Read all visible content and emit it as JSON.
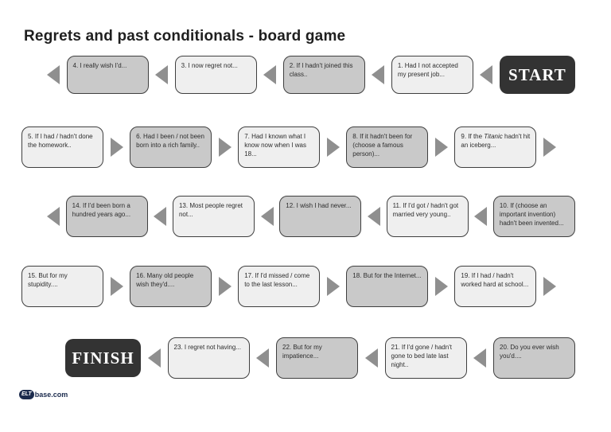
{
  "title": "Regrets and past conditionals - board game",
  "logo": {
    "badge": "ELT",
    "suffix": "base.com"
  },
  "colors": {
    "box_light": "#efefef",
    "box_gray": "#c9c9c9",
    "box_border": "#3f3f3f",
    "arrow": "#8f8f8f",
    "dark_box": "#333333",
    "logo_navy": "#1b2b4d"
  },
  "board": {
    "rows": [
      {
        "name": "row-1",
        "direction": "right-to-left",
        "items": [
          {
            "kind": "arrow",
            "dir": "left"
          },
          {
            "kind": "box",
            "num": 4,
            "shade": "gray",
            "text": "4. I really wish I'd..."
          },
          {
            "kind": "arrow",
            "dir": "left"
          },
          {
            "kind": "box",
            "num": 3,
            "shade": "light",
            "text": "3. I now regret not..."
          },
          {
            "kind": "arrow",
            "dir": "left"
          },
          {
            "kind": "box",
            "num": 2,
            "shade": "gray",
            "text": "2. If I hadn't joined this class.."
          },
          {
            "kind": "arrow",
            "dir": "left"
          },
          {
            "kind": "box",
            "num": 1,
            "shade": "light",
            "text": "1. Had I not accepted my present job..."
          },
          {
            "kind": "arrow",
            "dir": "left"
          },
          {
            "kind": "terminal",
            "label": "START"
          }
        ]
      },
      {
        "name": "row-2",
        "direction": "left-to-right",
        "items": [
          {
            "kind": "box",
            "num": 5,
            "shade": "light",
            "text": "5. If I had / hadn't done the homework.."
          },
          {
            "kind": "arrow",
            "dir": "right"
          },
          {
            "kind": "box",
            "num": 6,
            "shade": "gray",
            "text": "6. Had I been / not been born into a rich family.."
          },
          {
            "kind": "arrow",
            "dir": "right"
          },
          {
            "kind": "box",
            "num": 7,
            "shade": "light",
            "text": "7. Had I known what I know now when I was 18..."
          },
          {
            "kind": "arrow",
            "dir": "right"
          },
          {
            "kind": "box",
            "num": 8,
            "shade": "gray",
            "text": "8. If it hadn't been for (choose a famous person)..."
          },
          {
            "kind": "arrow",
            "dir": "right"
          },
          {
            "kind": "box",
            "num": 9,
            "shade": "light",
            "text": "9. If the Titanic hadn't hit an iceberg...",
            "italic_word": "Titanic"
          },
          {
            "kind": "arrow",
            "dir": "right"
          }
        ]
      },
      {
        "name": "row-3",
        "direction": "right-to-left",
        "items": [
          {
            "kind": "arrow",
            "dir": "left"
          },
          {
            "kind": "box",
            "num": 14,
            "shade": "gray",
            "text": "14. If I'd been born a hundred years ago..."
          },
          {
            "kind": "arrow",
            "dir": "left"
          },
          {
            "kind": "box",
            "num": 13,
            "shade": "light",
            "text": "13. Most people regret not..."
          },
          {
            "kind": "arrow",
            "dir": "left"
          },
          {
            "kind": "box",
            "num": 12,
            "shade": "gray",
            "text": "12. I wish I had never..."
          },
          {
            "kind": "arrow",
            "dir": "left"
          },
          {
            "kind": "box",
            "num": 11,
            "shade": "light",
            "text": "11. If I'd got / hadn't got married very young.."
          },
          {
            "kind": "arrow",
            "dir": "left"
          },
          {
            "kind": "box",
            "num": 10,
            "shade": "gray",
            "text": "10. If (choose an important invention) hadn't been invented..."
          }
        ]
      },
      {
        "name": "row-4",
        "direction": "left-to-right",
        "items": [
          {
            "kind": "box",
            "num": 15,
            "shade": "light",
            "text": "15. But for my stupidity...."
          },
          {
            "kind": "arrow",
            "dir": "right"
          },
          {
            "kind": "box",
            "num": 16,
            "shade": "gray",
            "text": "16. Many old people wish they'd...."
          },
          {
            "kind": "arrow",
            "dir": "right"
          },
          {
            "kind": "box",
            "num": 17,
            "shade": "light",
            "text": "17. If I'd missed / come to the last lesson..."
          },
          {
            "kind": "arrow",
            "dir": "right"
          },
          {
            "kind": "box",
            "num": 18,
            "shade": "gray",
            "text": "18. But for the Internet..."
          },
          {
            "kind": "arrow",
            "dir": "right"
          },
          {
            "kind": "box",
            "num": 19,
            "shade": "light",
            "text": "19. If I had / hadn't worked hard at school..."
          },
          {
            "kind": "arrow",
            "dir": "right"
          }
        ]
      },
      {
        "name": "row-5",
        "direction": "right-to-left",
        "items": [
          {
            "kind": "terminal",
            "label": "FINISH"
          },
          {
            "kind": "arrow",
            "dir": "left"
          },
          {
            "kind": "box",
            "num": 23,
            "shade": "light",
            "text": "23. I regret not having..."
          },
          {
            "kind": "arrow",
            "dir": "left"
          },
          {
            "kind": "box",
            "num": 22,
            "shade": "gray",
            "text": "22. But for my impatience..."
          },
          {
            "kind": "arrow",
            "dir": "left"
          },
          {
            "kind": "box",
            "num": 21,
            "shade": "light",
            "text": "21. If I'd gone / hadn't gone to bed late last night.."
          },
          {
            "kind": "arrow",
            "dir": "left"
          },
          {
            "kind": "box",
            "num": 20,
            "shade": "gray",
            "text": "20. Do you ever wish you'd...."
          }
        ]
      }
    ]
  }
}
